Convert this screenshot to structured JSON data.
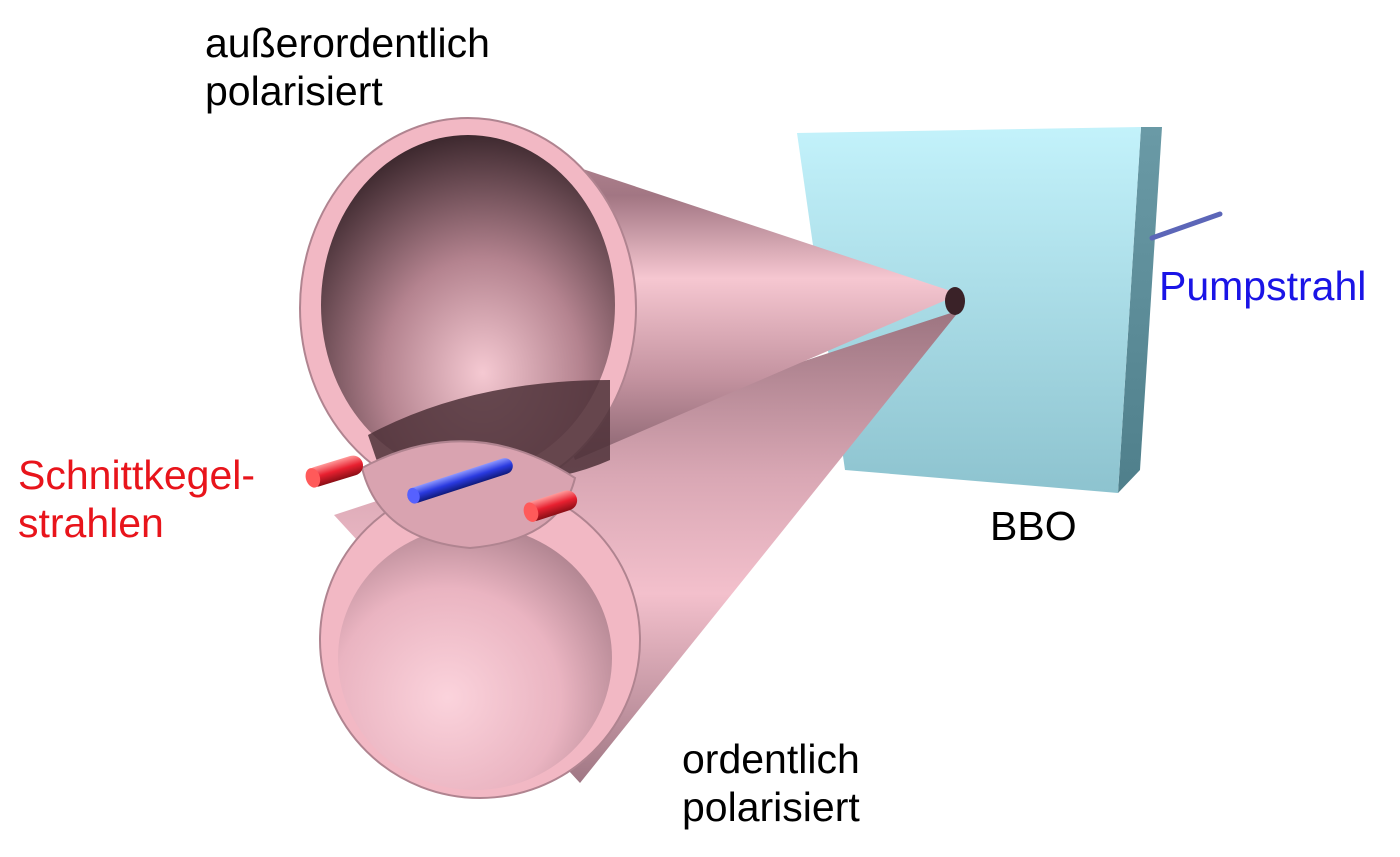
{
  "labels": {
    "extraordinary": {
      "line1": "außerordentlich",
      "line2": "polarisiert"
    },
    "ordinary": {
      "line1": "ordentlich",
      "line2": "polarisiert"
    },
    "intersection": {
      "line1": "Schnittkegel-",
      "line2": "strahlen"
    },
    "crystal": "BBO",
    "pump": "Pumpstrahl"
  },
  "colors": {
    "extraordinary_text": "#000000",
    "ordinary_text": "#000000",
    "intersection_text": "#e8141b",
    "crystal_text": "#000000",
    "pump_text": "#1a14e6",
    "cone_pink": "#f2b8c4",
    "cone_dark": "#4a2e35",
    "crystal_front": "#a8dde8",
    "crystal_side": "#5b8c99",
    "pump_beam": "#5c66b8",
    "photon_pair": "#e82030",
    "pump_through": "#2a3ae0"
  }
}
